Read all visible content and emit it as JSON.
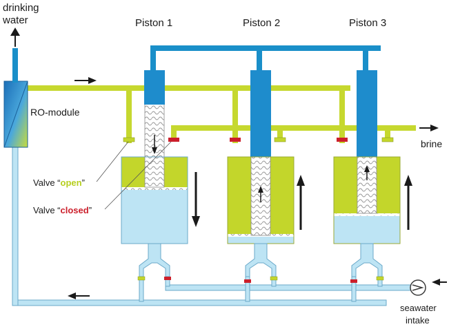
{
  "labels": {
    "drinking_water_line1": "drinking",
    "drinking_water_line2": "water",
    "piston1": "Piston 1",
    "piston2": "Piston 2",
    "piston3": "Piston 3",
    "ro_module": "RO-module",
    "brine": "brine",
    "seawater_line1": "seawater",
    "seawater_line2": "intake",
    "valve_open_prefix": "Valve “",
    "valve_open_word": "open",
    "valve_open_suffix": "”",
    "valve_closed_prefix": "Valve “",
    "valve_closed_word": "closed",
    "valve_closed_suffix": "”"
  },
  "colors": {
    "pipe_blue": "#1a8fc9",
    "pipe_yellow": "#c6d82f",
    "cyl_yellow": "#c3d62b",
    "water_light": "#bde4f4",
    "piston_blue": "#1e8ccc",
    "valve_closed": "#cc1f2b",
    "valve_open_text": "#b6cf1f",
    "valve_closed_text": "#cc1f2b",
    "arrow": "#1a1a1a"
  }
}
